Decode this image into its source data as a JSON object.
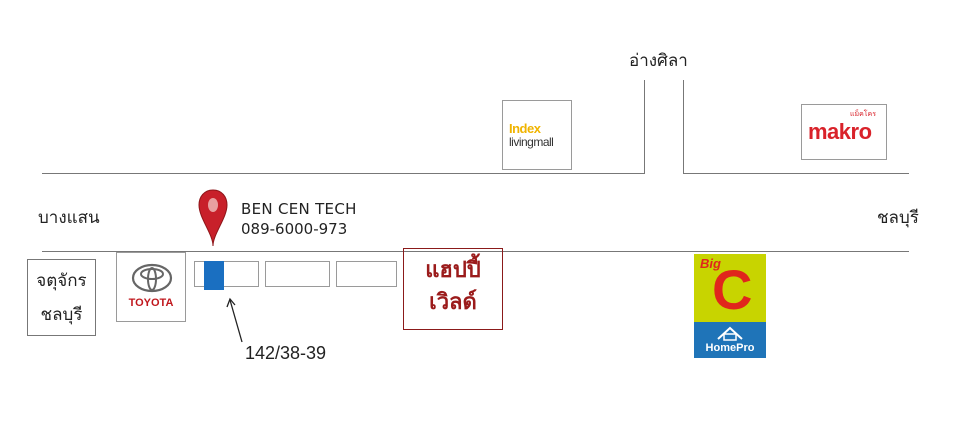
{
  "roads": {
    "left_label": "บางแสน",
    "right_label": "ชลบุรี",
    "top_label": "อ่างศิลา"
  },
  "business": {
    "name": "BEN CEN TECH",
    "phone": "089-6000-973",
    "address": "142/38-39"
  },
  "landmarks": {
    "index_line1": "Index",
    "index_line2": "livingmall",
    "makro": "makro",
    "makro_small": "แม็คโคร",
    "toyota": "TOYOTA",
    "happy_line1": "แฮปปี้",
    "happy_line2": "เวิลด์",
    "bigc_big": "Big",
    "bigc_c": "C",
    "homepro": "HomePro",
    "jatu_line1": "จตุจักร",
    "jatu_line2": "ชลบุรี"
  },
  "colors": {
    "pin": "#c8202a",
    "highlight": "#1a6fc1",
    "happy": "#9b1b1b",
    "bigc_bg": "#c8d400",
    "homepro_bg": "#1f74b8"
  },
  "icons": {
    "pin": "map-pin-icon",
    "arrow": "arrow-icon",
    "toyota": "toyota-emblem-icon",
    "homepro": "house-icon"
  }
}
